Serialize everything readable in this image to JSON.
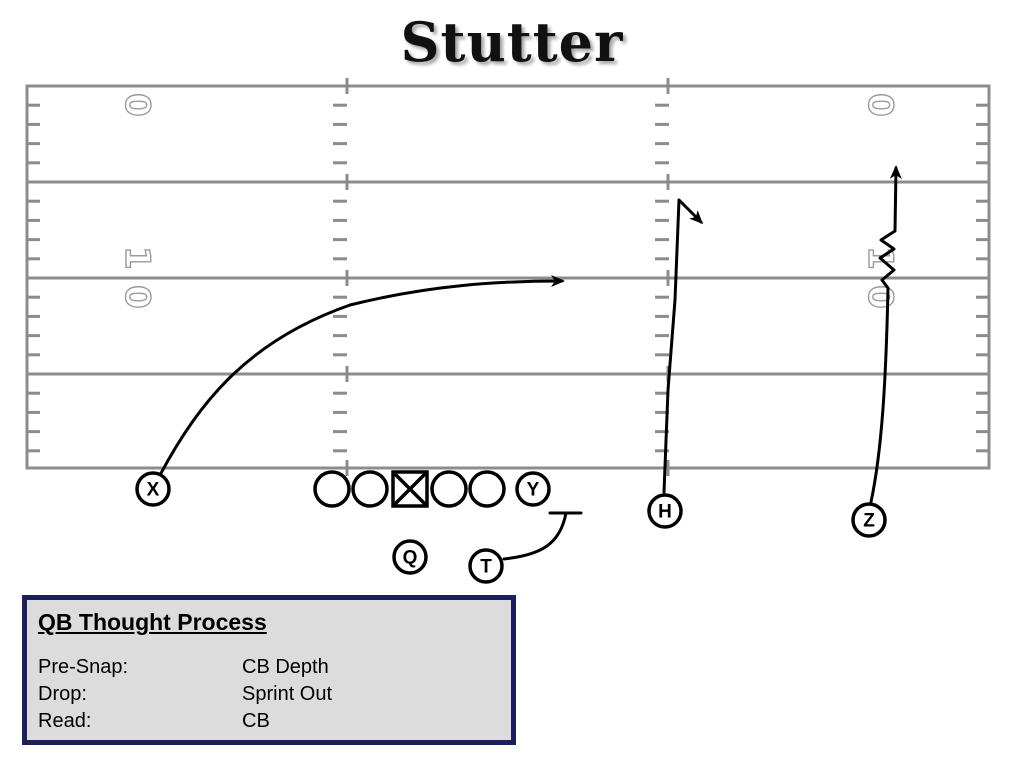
{
  "title": "Stutter",
  "yard_numbers": {
    "top": [
      "0",
      "0"
    ],
    "middle_tens": [
      "1",
      "1"
    ],
    "middle_ones": [
      "0",
      "0"
    ]
  },
  "players": [
    {
      "id": "x",
      "label": "X"
    },
    {
      "id": "y",
      "label": "Y"
    },
    {
      "id": "h",
      "label": "H"
    },
    {
      "id": "z",
      "label": "Z"
    },
    {
      "id": "q",
      "label": "Q"
    },
    {
      "id": "t",
      "label": "T"
    }
  ],
  "qb_box": {
    "title": "QB Thought Process",
    "rows": [
      {
        "label": "Pre-Snap:",
        "value": "CB Depth"
      },
      {
        "label": "Drop:",
        "value": "Sprint Out"
      },
      {
        "label": "Read:",
        "value": "CB"
      }
    ]
  },
  "colors": {
    "field_line": "#8c8c8c",
    "route": "#000000",
    "box_border": "#1b1f5c",
    "box_fill": "#dcdcdc"
  }
}
